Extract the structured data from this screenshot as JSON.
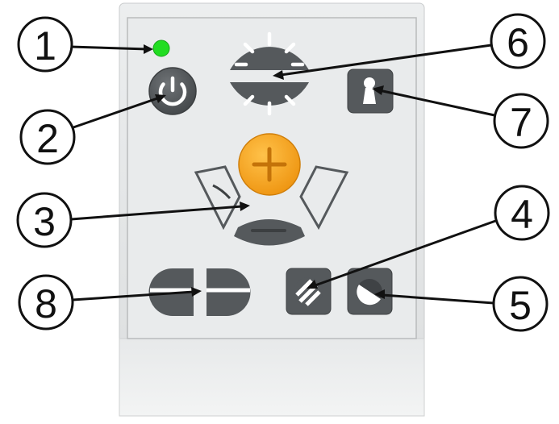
{
  "callouts": [
    {
      "id": "1",
      "label": "1"
    },
    {
      "id": "2",
      "label": "2"
    },
    {
      "id": "3",
      "label": "3"
    },
    {
      "id": "4",
      "label": "4"
    },
    {
      "id": "5",
      "label": "5"
    },
    {
      "id": "6",
      "label": "6"
    },
    {
      "id": "7",
      "label": "7"
    },
    {
      "id": "8",
      "label": "8"
    }
  ],
  "colors": {
    "panel_face": "#e9ebec",
    "housing": "#e2e4e5",
    "button_dark": "#55595c",
    "button_mid": "#6a6e71",
    "led_green": "#22dd22",
    "zoom_orange": "#f5a21c",
    "line": "#111111"
  },
  "icons": {
    "power": "power-icon",
    "zoom_plus": "plus-icon",
    "zoom_minus": "minus-icon",
    "brightness": "sun-dial-icon",
    "lamp": "lamp-icon",
    "contrast": "contrast-icon",
    "color_mode": "half-circle-icon",
    "line_marker": "split-marker-icon"
  }
}
